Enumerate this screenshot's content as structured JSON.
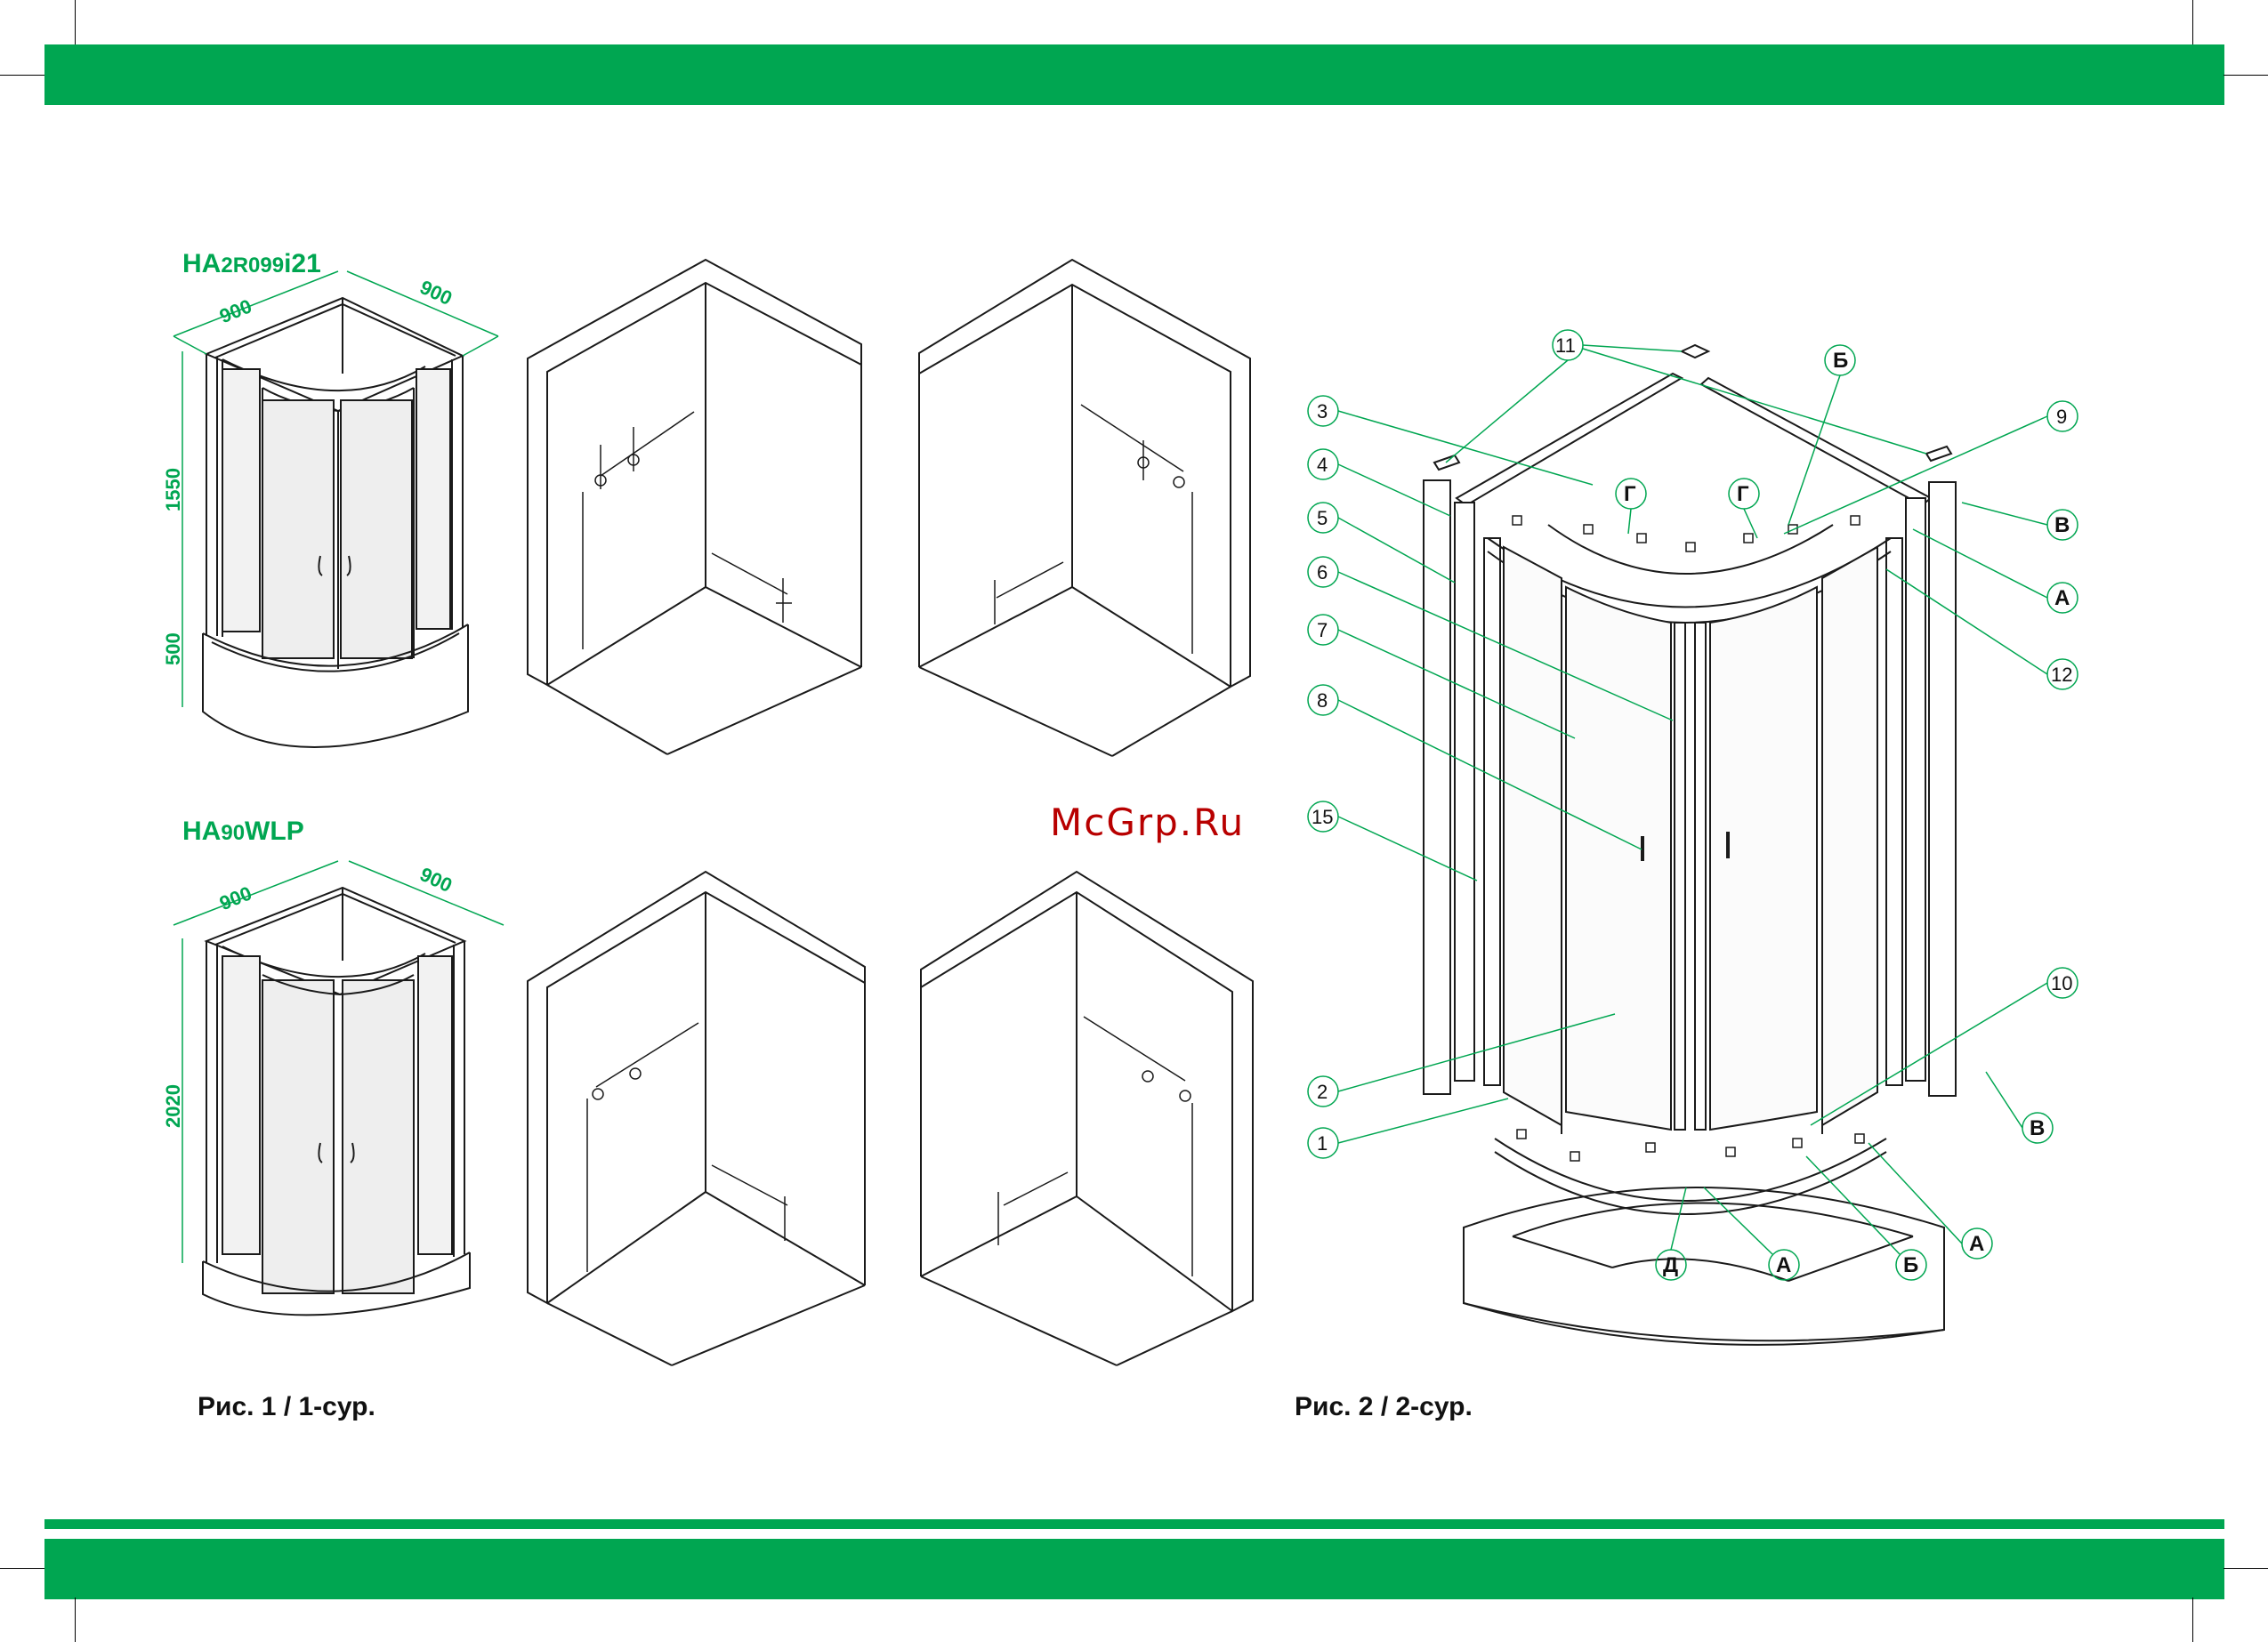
{
  "models": [
    {
      "prefix": "HA",
      "code": "2R099",
      "suffix": "i21",
      "width": "900",
      "depth": "900",
      "cabin_height": "1550",
      "tray_height": "500"
    },
    {
      "prefix": "HA",
      "code": "90",
      "suffix": "WLP",
      "width": "900",
      "depth": "900",
      "cabin_height": "2020"
    }
  ],
  "captions": {
    "fig1": "Рис. 1 / 1-сур.",
    "fig2": "Рис. 2 / 2-сур."
  },
  "watermark": "McGrp.Ru",
  "callouts": {
    "numbers": [
      "11",
      "3",
      "4",
      "5",
      "6",
      "7",
      "8",
      "15",
      "2",
      "1",
      "9",
      "12",
      "10"
    ],
    "letters": [
      "Б",
      "Г",
      "Г",
      "В",
      "А",
      "В",
      "А",
      "Д",
      "А",
      "Б"
    ]
  },
  "colors": {
    "accent": "#00a651",
    "line": "#1a1a1a",
    "watermark": "#b80000"
  }
}
